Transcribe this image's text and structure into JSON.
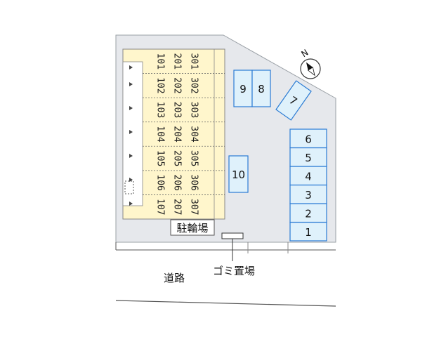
{
  "site": {
    "building": {
      "units_rows": [
        "301 302 303 304 305 306 307",
        "201 202 203 204 205 206 207",
        "101 102 103 104 105 106 107"
      ],
      "units": [
        [
          "301",
          "201",
          "101"
        ],
        [
          "302",
          "202",
          "102"
        ],
        [
          "303",
          "203",
          "103"
        ],
        [
          "304",
          "204",
          "104"
        ],
        [
          "305",
          "205",
          "105"
        ],
        [
          "306",
          "206",
          "106"
        ],
        [
          "307",
          "207",
          "107"
        ]
      ]
    },
    "parking": [
      "1",
      "2",
      "3",
      "4",
      "5",
      "6",
      "7",
      "8",
      "9",
      "10"
    ],
    "bicycle_parking_label": "駐輪場",
    "garbage_label": "ゴミ置場",
    "road_label": "道路",
    "compass_label": "N"
  },
  "colors": {
    "lot": "#e6e8ec",
    "building": "#fff6cc",
    "parking_fill": "#dff1fb",
    "parking_stroke": "#2a7bd4"
  }
}
